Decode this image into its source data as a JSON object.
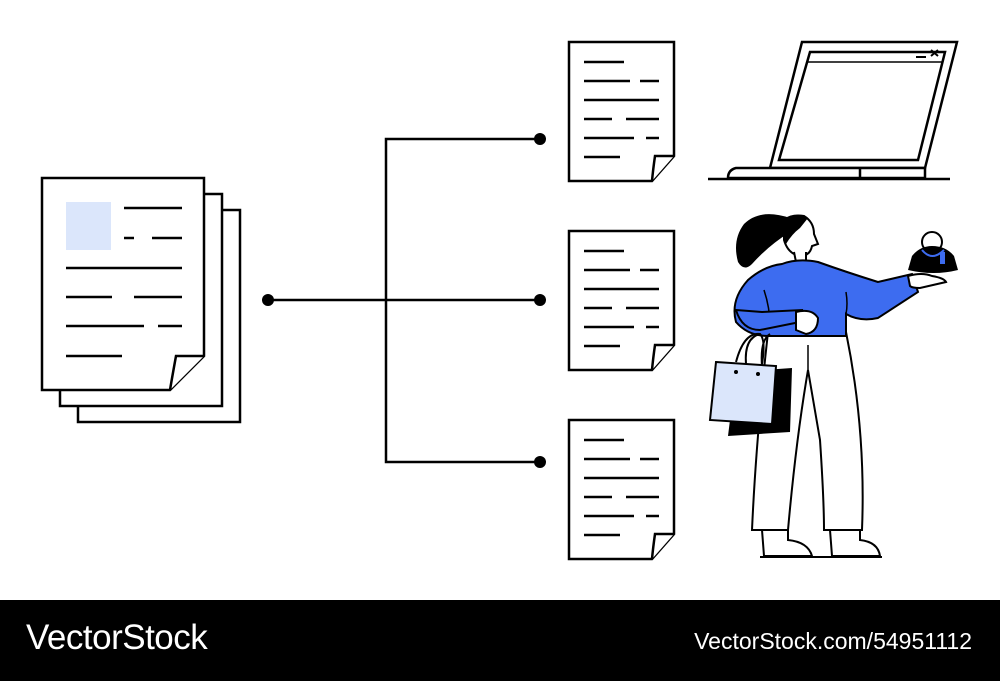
{
  "footer": {
    "brand": "VectorStock",
    "image_id": "VectorStock.com/54951112"
  },
  "colors": {
    "background": "#ffffff",
    "ink": "#000000",
    "accent_blue": "#3d6cf0",
    "light_blue": "#dbe6fb",
    "footer_bg": "#000000",
    "footer_text": "#ffffff"
  },
  "icons": [
    "document-stack-icon",
    "document-icon",
    "laptop-icon",
    "shopper-figure",
    "handbag-icon",
    "shopping-bag-icon"
  ]
}
